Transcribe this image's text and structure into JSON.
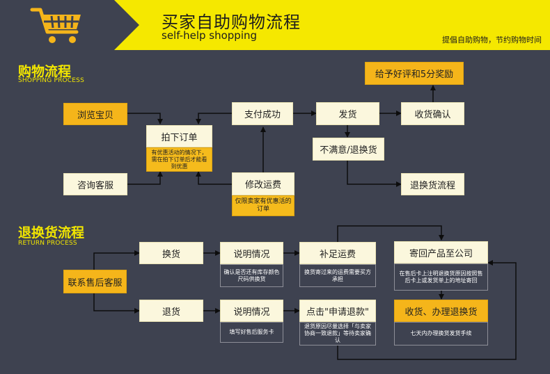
{
  "banner": {
    "title": "买家自助购物流程",
    "subtitle": "self-help shopping",
    "slogan": "提倡自助购物，节约购物时间"
  },
  "sections": {
    "shopping": {
      "title": "购物流程",
      "subtitle": "SHOPPING PROCESS"
    },
    "return": {
      "title": "退换货流程",
      "subtitle": "RETURN PROCESS"
    }
  },
  "nodes": {
    "browse": "浏览宝贝",
    "consult": "咨询客服",
    "place_order": "拍下订单",
    "place_order_note": "有优惠活动的情况下，需在拍下订单后才能看到优惠",
    "modify_shipping": "修改运费",
    "modify_shipping_note": "仅限卖家有优惠活的订单",
    "pay_success": "支付成功",
    "ship": "发货",
    "confirm_receipt": "收货确认",
    "reward": "给予好评和5分奖励",
    "unsatisfied": "不满意/退换货",
    "return_flow": "退换货流程",
    "contact_service": "联系售后客服",
    "exchange": "换货",
    "refund": "退货",
    "explain_exchange": "说明情况",
    "explain_exchange_note": "确认是否还有库存颜色尺码供换货",
    "explain_refund": "说明情况",
    "explain_refund_note": "填写好售后服务卡",
    "pay_shipping": "补足运费",
    "pay_shipping_note": "换货寄过来的运费需要买方承担",
    "apply_refund": "点击\"申请退款\"",
    "apply_refund_note": "退货原因尽量选择「与卖家协商一致退款」等待卖家确认",
    "send_back": "寄回产品至公司",
    "send_back_note": "在售后卡上注明退换货原因按照售后卡上或发货单上的地址寄回",
    "receive_process": "收货、办理退换货",
    "receive_process_note": "七天内办理换货发货手续"
  },
  "colors": {
    "background": "#3e4250",
    "banner_yellow": "#f5e800",
    "node_light": "#fbf7dd",
    "node_highlight": "#f5b51a",
    "section_title": "#f2e600"
  },
  "icons": [
    "shopping-cart-icon"
  ]
}
